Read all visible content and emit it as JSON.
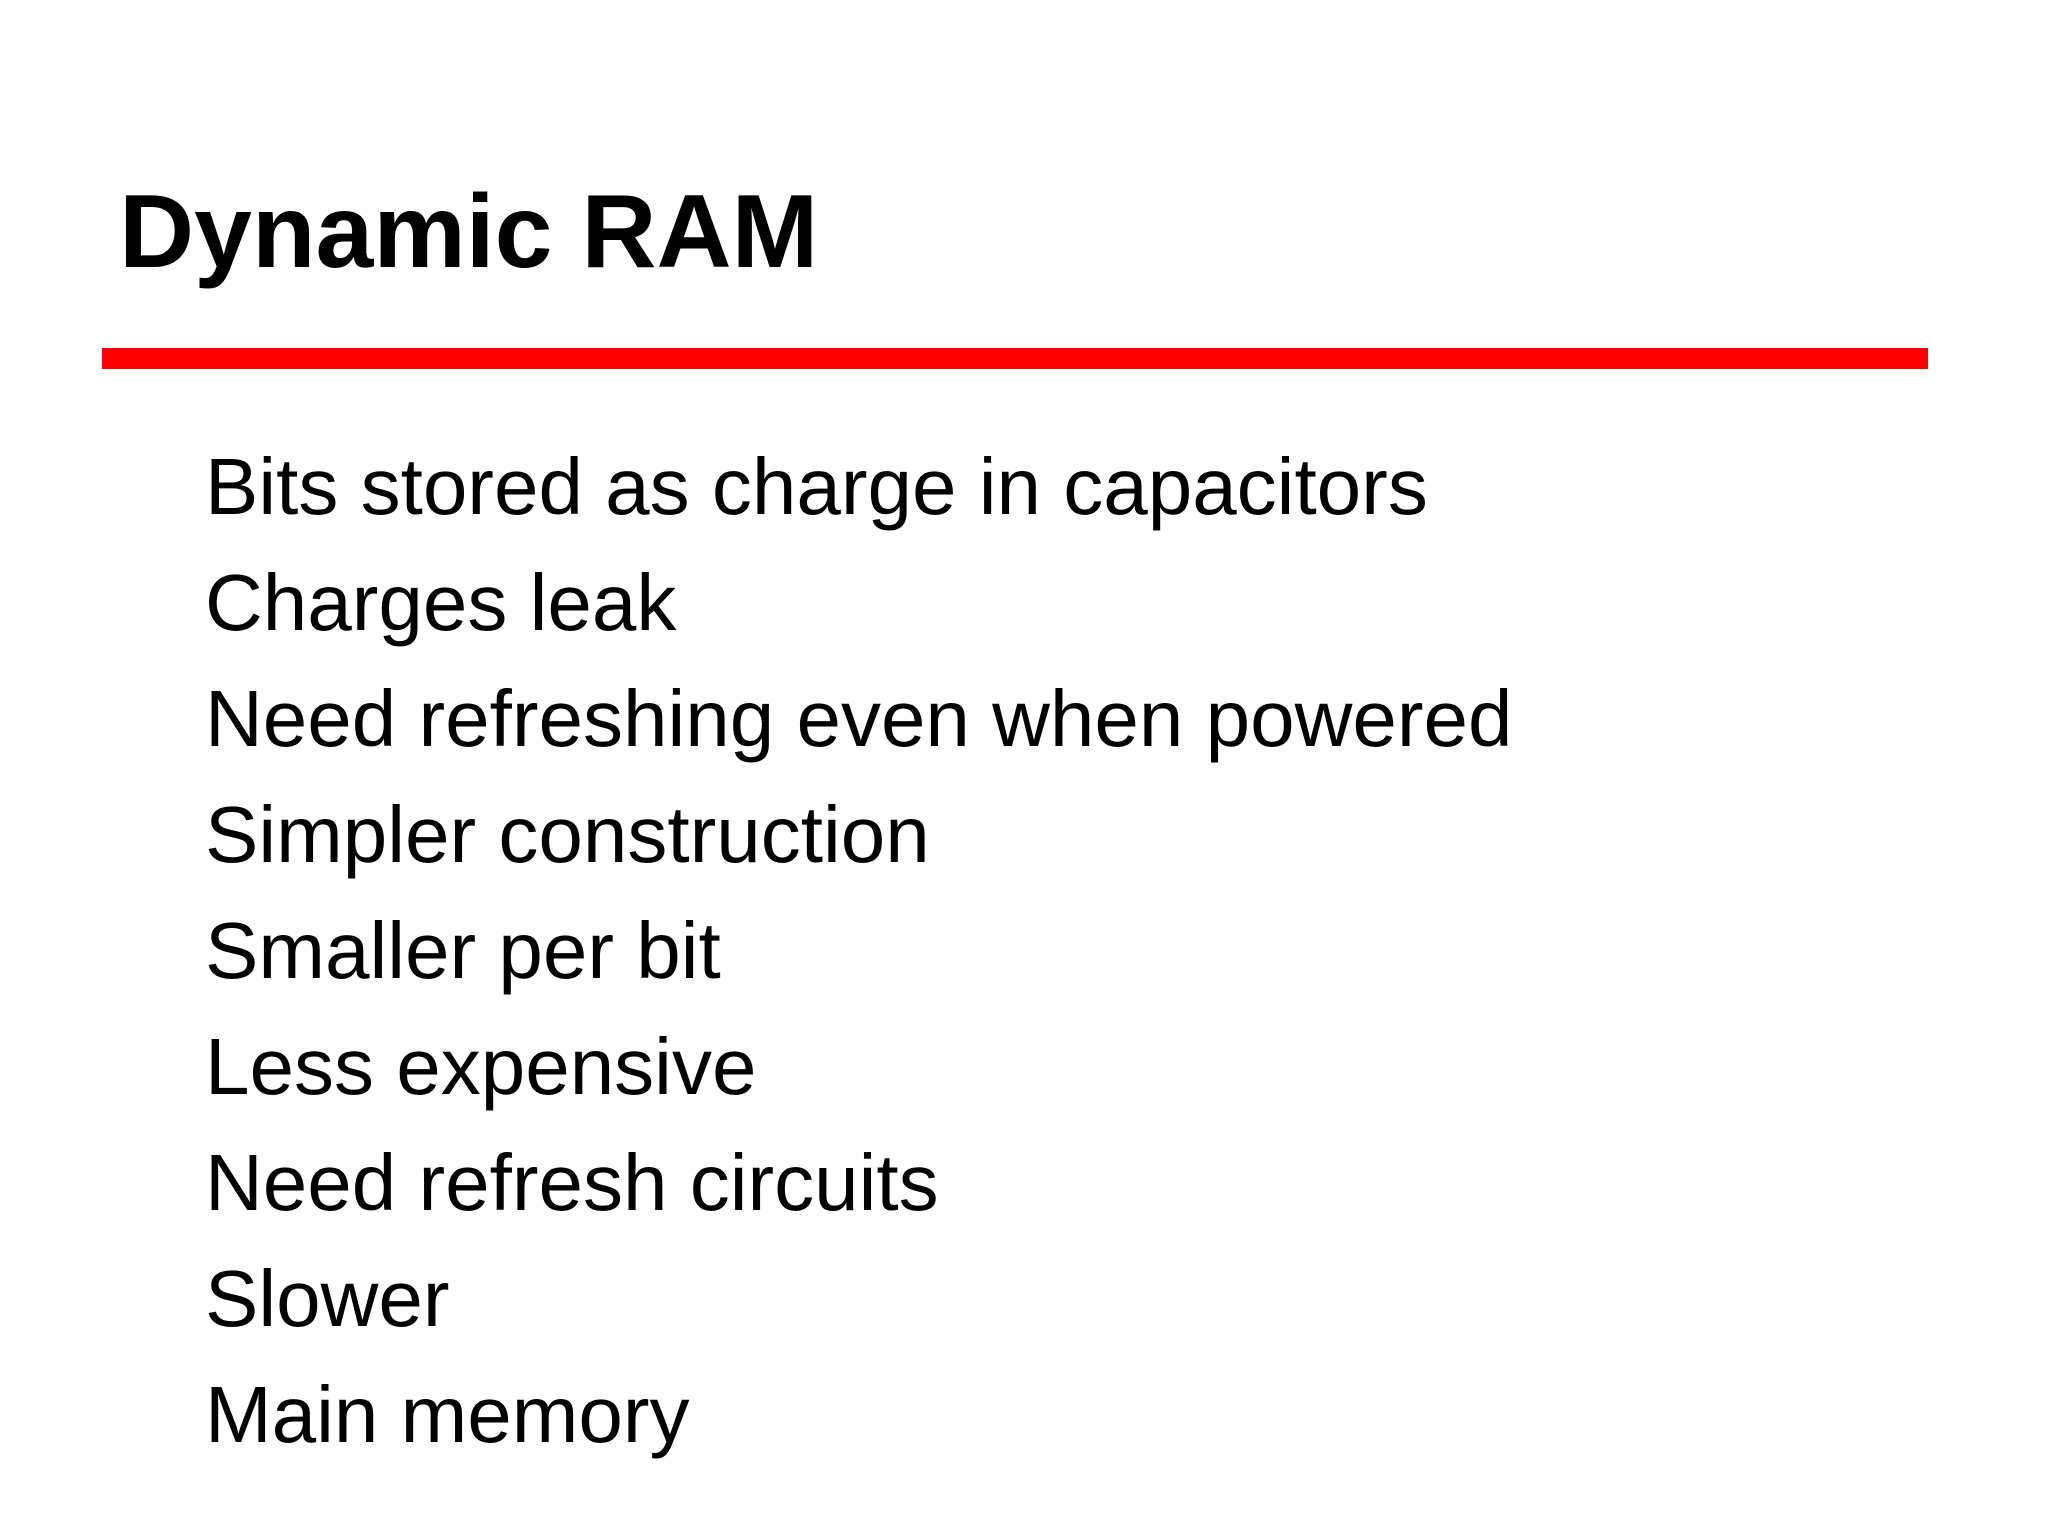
{
  "slide": {
    "title": "Dynamic RAM",
    "accent_color": "#fe0000",
    "text_color": "#000000",
    "background_color": "#ffffff",
    "bullets": [
      "Bits stored as charge in capacitors",
      "Charges leak",
      "Need refreshing even when powered",
      "Simpler construction",
      "Smaller per bit",
      "Less expensive",
      "Need refresh circuits",
      "Slower",
      "Main memory"
    ]
  }
}
